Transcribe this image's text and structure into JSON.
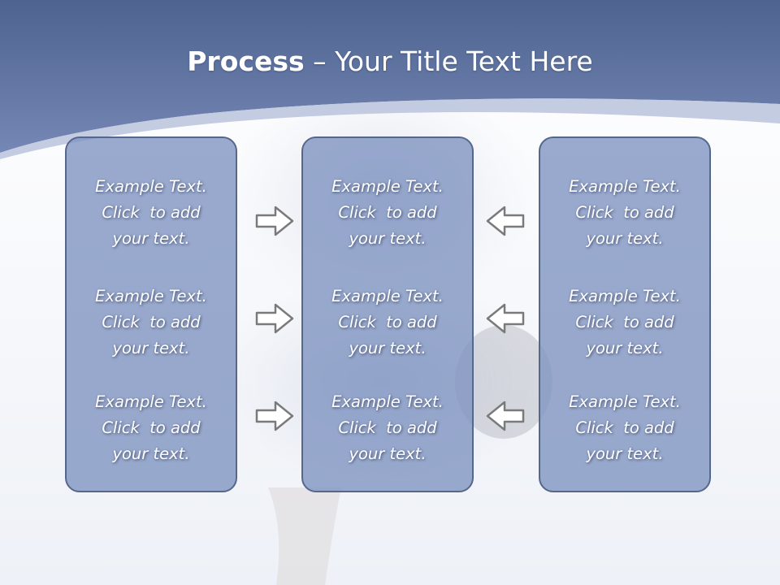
{
  "title": {
    "bold": "Process",
    "rest": " – Your Title Text Here"
  },
  "colors": {
    "header": "#6679a8",
    "panel_fill": "#7d92c0",
    "panel_border": "#56678c",
    "arrow_stroke": "#7a7a7a"
  },
  "columns": [
    {
      "blocks": [
        {
          "lines": [
            "Example Text.",
            "Click  to add",
            "your text."
          ]
        },
        {
          "lines": [
            "Example Text.",
            "Click  to add",
            "your text."
          ]
        },
        {
          "lines": [
            "Example Text.",
            "Click  to add",
            "your text."
          ]
        }
      ]
    },
    {
      "blocks": [
        {
          "lines": [
            "Example Text.",
            "Click  to add",
            "your text."
          ]
        },
        {
          "lines": [
            "Example Text.",
            "Click  to add",
            "your text."
          ]
        },
        {
          "lines": [
            "Example Text.",
            "Click  to add",
            "your text."
          ]
        }
      ]
    },
    {
      "blocks": [
        {
          "lines": [
            "Example Text.",
            "Click  to add",
            "your text."
          ]
        },
        {
          "lines": [
            "Example Text.",
            "Click  to add",
            "your text."
          ]
        },
        {
          "lines": [
            "Example Text.",
            "Click  to add",
            "your text."
          ]
        }
      ]
    }
  ],
  "arrows": {
    "left_group_icon": "arrow-right-icon",
    "right_group_icon": "arrow-left-icon"
  }
}
